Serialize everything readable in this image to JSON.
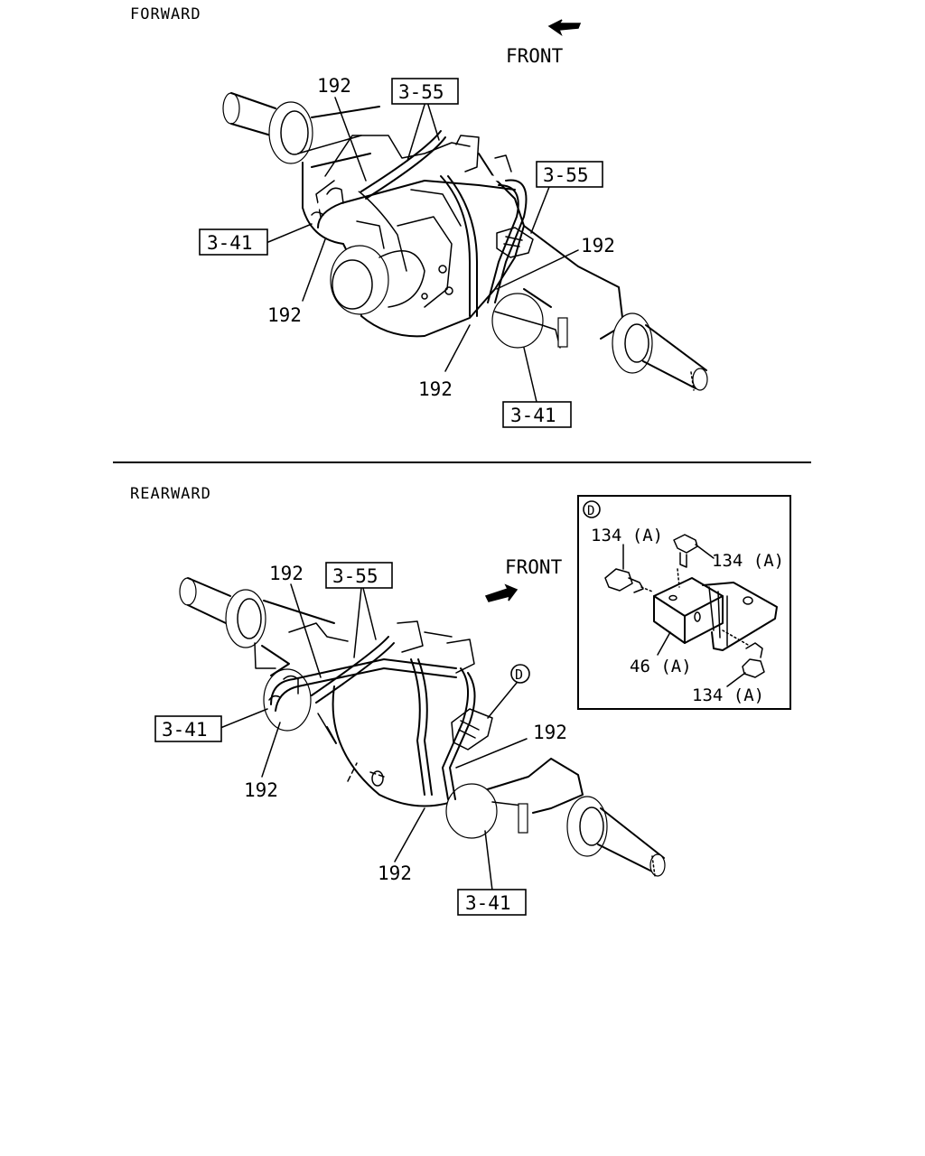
{
  "forward": {
    "title": "FORWARD",
    "front_label": "FRONT",
    "callouts": {
      "ref_top": "3-55",
      "ref_right": "3-55",
      "ref_left": "3-41",
      "ref_bottom": "3-41",
      "part_top": "192",
      "part_right": "192",
      "part_left": "192",
      "part_bottom": "192"
    }
  },
  "rearward": {
    "title": "REARWARD",
    "front_label": "FRONT",
    "detail_marker": "D",
    "callouts": {
      "part_top": "192",
      "ref_top": "3-55",
      "ref_left": "3-41",
      "part_left": "192",
      "part_right": "192",
      "part_bottom": "192",
      "ref_bottom": "3-41"
    }
  },
  "detail": {
    "marker": "D",
    "labels": {
      "fitting_top_left": "134 (A)",
      "fitting_top_right": "134 (A)",
      "block": "46 (A)",
      "fitting_bottom": "134 (A)"
    }
  }
}
